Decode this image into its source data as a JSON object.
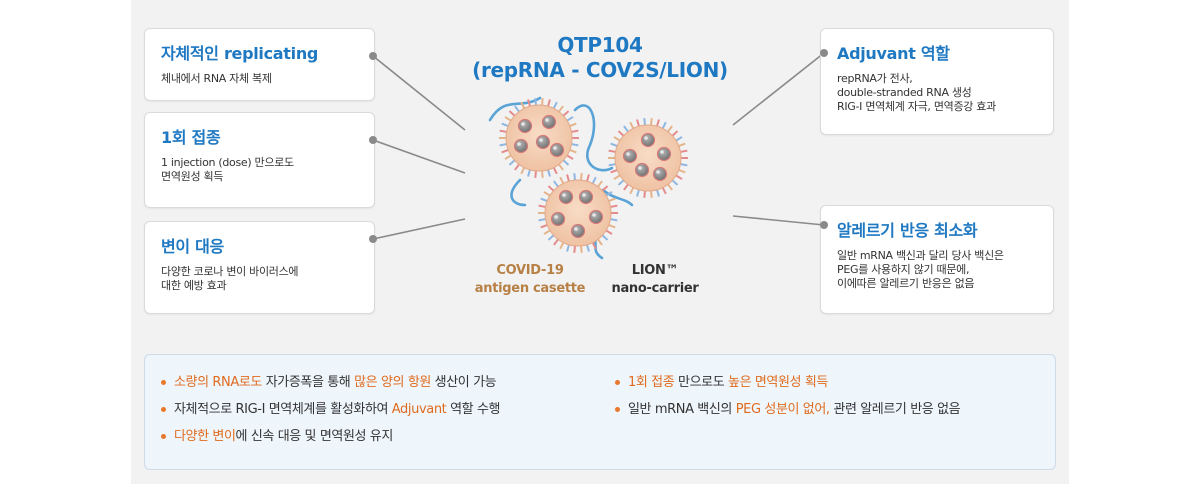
{
  "title": {
    "line1": "QTP104",
    "line2": "(repRNA - COV2S/LION)"
  },
  "cards": {
    "replicating": {
      "title": "자체적인 replicating",
      "desc": "체내에서 RNA 자체 복제"
    },
    "single_dose": {
      "title": "1회 접종",
      "desc": "1 injection (dose) 만으로도\n면역원성 획득"
    },
    "variant": {
      "title": "변이 대응",
      "desc": "다양한 코로나 변이 바이러스에\n대한 예방 효과"
    },
    "adjuvant": {
      "title": "Adjuvant 역할",
      "desc": "repRNA가 전사,\ndouble-stranded RNA 생성\nRIG-I 면역체계 자극, 면역증강 효과"
    },
    "allergy": {
      "title": "알레르기 반응 최소화",
      "desc": "일반 mRNA 백신과 달리 당사 백신은\nPEG를 사용하지 않기 때문에,\n이에따른 알레르기 반응은 없음"
    }
  },
  "captions": {
    "covid": {
      "line1": "COVID-19",
      "line2": "antigen casette"
    },
    "lion": {
      "line1": "LION™",
      "line2": "nano-carrier"
    }
  },
  "summary": {
    "left": [
      [
        {
          "t": "소량의 RNA로도",
          "hl": true
        },
        {
          "t": " 자가증폭을 통해 "
        },
        {
          "t": "많은 양의 항원",
          "hl": true
        },
        {
          "t": " 생산이 가능"
        }
      ],
      [
        {
          "t": "자체적으로 RIG-I 면역체계를 활성화하여 "
        },
        {
          "t": "Adjuvant",
          "hl": true
        },
        {
          "t": " 역할 수행"
        }
      ],
      [
        {
          "t": "다양한  변이",
          "hl": true
        },
        {
          "t": "에 신속 대응 및 면역원성 유지"
        }
      ]
    ],
    "right": [
      [
        {
          "t": "1회 접종",
          "hl": true
        },
        {
          "t": " 만으로도 "
        },
        {
          "t": "높은 면역원성 획득",
          "hl": true
        }
      ],
      [
        {
          "t": "일반 mRNA 백신의 "
        },
        {
          "t": "PEG 성분이 없어,",
          "hl": true
        },
        {
          "t": " 관련 알레르기 반응 없음"
        }
      ]
    ]
  },
  "colors": {
    "accent_blue": "#1e78c2",
    "highlight_orange": "#e06b1f",
    "caption_brown": "#b78045",
    "particle_fill": "#f3cfb6",
    "strand_blue": "#5aa3d6"
  }
}
